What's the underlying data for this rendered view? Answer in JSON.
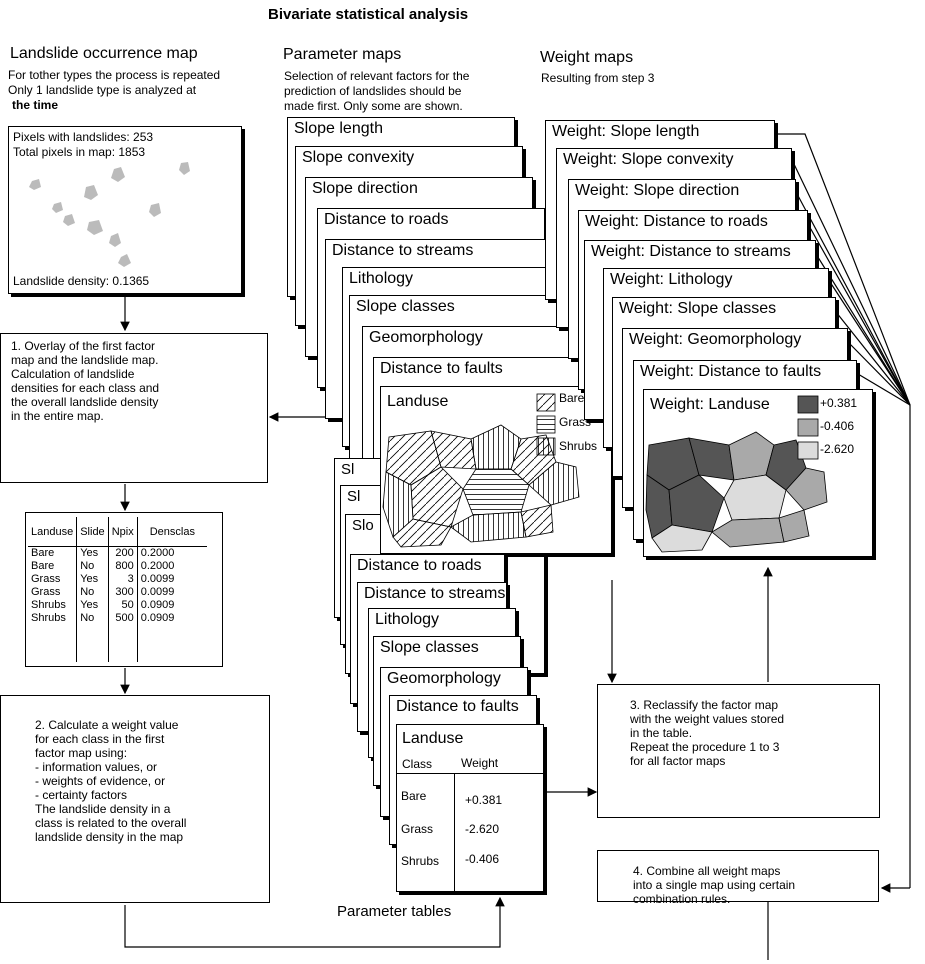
{
  "title": "Bivariate statistical analysis",
  "occurrence": {
    "heading": "Landslide occurrence map",
    "note1": "For tother types the process is repeated",
    "note2": "Only 1 landslide type is analyzed at",
    "note3": "the time",
    "pixels": "Pixels with landslides: 253",
    "total": "Total pixels in map: 1853",
    "density": "Landslide density: 0.1365"
  },
  "param": {
    "heading": "Parameter maps",
    "desc1": "Selection of relevant factors for the",
    "desc2": "prediction of landslides should be",
    "desc3": "made first.  Only some are shown.",
    "cards": [
      "Slope length",
      "Slope convexity",
      "Slope direction",
      "Distance to roads",
      "Distance to streams",
      "Lithology",
      "Slope classes",
      "Geomorphology",
      "Distance to faults"
    ],
    "landuse_title": "Landuse",
    "legend": [
      "Bare",
      "Grass",
      "Shrubs"
    ]
  },
  "weight": {
    "heading": "Weight maps",
    "sub": "Resulting from step 3",
    "cards": [
      "Weight: Slope length",
      "Weight: Slope convexity",
      "Weight: Slope direction",
      "Weight: Distance to roads",
      "Weight: Distance to streams",
      "Weight: Lithology",
      "Weight: Slope classes",
      "Weight: Geomorphology",
      "Weight: Distance to faults"
    ],
    "landuse_title": "Weight: Landuse",
    "legend": [
      "+0.381",
      "-0.406",
      "-2.620"
    ],
    "colors": [
      "#555555",
      "#a9a9a9",
      "#dcdcdc"
    ]
  },
  "step1": {
    "lines": [
      "1. Overlay of the first factor",
      "map and the landslide map.",
      "Calculation of landslide",
      "densities for each class and",
      "the overall landslide density",
      "in the entire map."
    ]
  },
  "table": {
    "headers": [
      "Landuse",
      "Slide",
      "Npix",
      "Densclas"
    ],
    "col0": [
      "Bare",
      "Bare",
      "Grass",
      "Grass",
      "Shrubs",
      "Shrubs"
    ],
    "col1": [
      "Yes",
      "No",
      "Yes",
      "No",
      "Yes",
      "No"
    ],
    "col2": [
      "200",
      "800",
      "3",
      "300",
      "50",
      "500"
    ],
    "col3": [
      "0.2000",
      "0.2000",
      "0.0099",
      "0.0099",
      "0.0909",
      "0.0909"
    ]
  },
  "step2": {
    "lines": [
      "2. Calculate a weight value",
      "for each class in the first",
      "factor map using:",
      "- information values, or",
      "- weights of evidence, or",
      "- certainty factors",
      "The landslide density in a",
      "class is related to the overall",
      "landslide density in the map"
    ]
  },
  "ptables": {
    "stub1": "Sl",
    "stub2": "Sl",
    "stub3": "Slo",
    "cards": [
      "Distance to roads",
      "Distance to streams",
      "Lithology",
      "Slope classes",
      "Geomorphology",
      "Distance to faults"
    ],
    "landuse_title": "Landuse",
    "class_hdr": "Class",
    "weight_hdr": "Weight",
    "classes": [
      "Bare",
      "Grass",
      "Shrubs"
    ],
    "weights": [
      "+0.381",
      "-2.620",
      "-0.406"
    ],
    "caption": "Parameter tables"
  },
  "step3": {
    "lines": [
      "3. Reclassify the factor map",
      "with the weight values stored",
      "in the table.",
      "Repeat the procedure 1 to 3",
      "for all factor maps"
    ]
  },
  "step4": {
    "lines": [
      "4.  Combine all weight maps",
      "into a single map using certain",
      "combination rules."
    ]
  }
}
